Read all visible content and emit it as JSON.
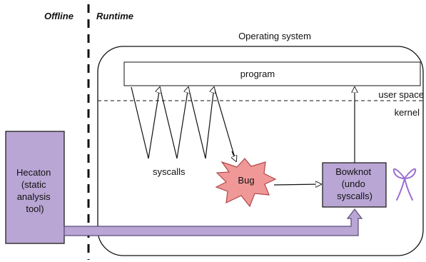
{
  "phases": {
    "offline": "Offline",
    "runtime": "Runtime"
  },
  "os_label": "Operating system",
  "program_label": "program",
  "user_space_label": "user space",
  "kernel_label": "kernel",
  "syscalls_label": "syscalls",
  "bug_label": "Bug",
  "bowknot": {
    "lines": [
      "Bowknot",
      "(undo",
      "syscalls)"
    ]
  },
  "hecaton": {
    "lines": [
      "Hecaton",
      "(static",
      "analysis",
      "tool)"
    ]
  },
  "colors": {
    "tool_fill": "#b9a6d4",
    "tool_stroke": "#5c4a7a",
    "bug_fill": "#f09898",
    "bug_stroke": "#b04848",
    "ribbon": "#9a6fd0",
    "line": "#111111"
  },
  "icons": {
    "ribbon": "ribbon-icon"
  }
}
